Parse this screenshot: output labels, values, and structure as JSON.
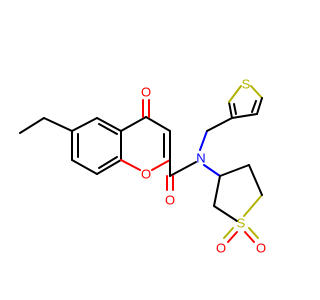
{
  "molecule": {
    "colors": {
      "carbon_bond": "#000000",
      "oxygen": "#ff0000",
      "nitrogen": "#0000ff",
      "sulfur": "#b2b200"
    },
    "atom_labels": {
      "o_ketone": "O",
      "o_ring": "O",
      "o_amide": "O",
      "n_amide": "N",
      "s_thiophene": "S",
      "s_sulfone": "S",
      "o_sulfone_left": "O",
      "o_sulfone_right": "O"
    }
  }
}
